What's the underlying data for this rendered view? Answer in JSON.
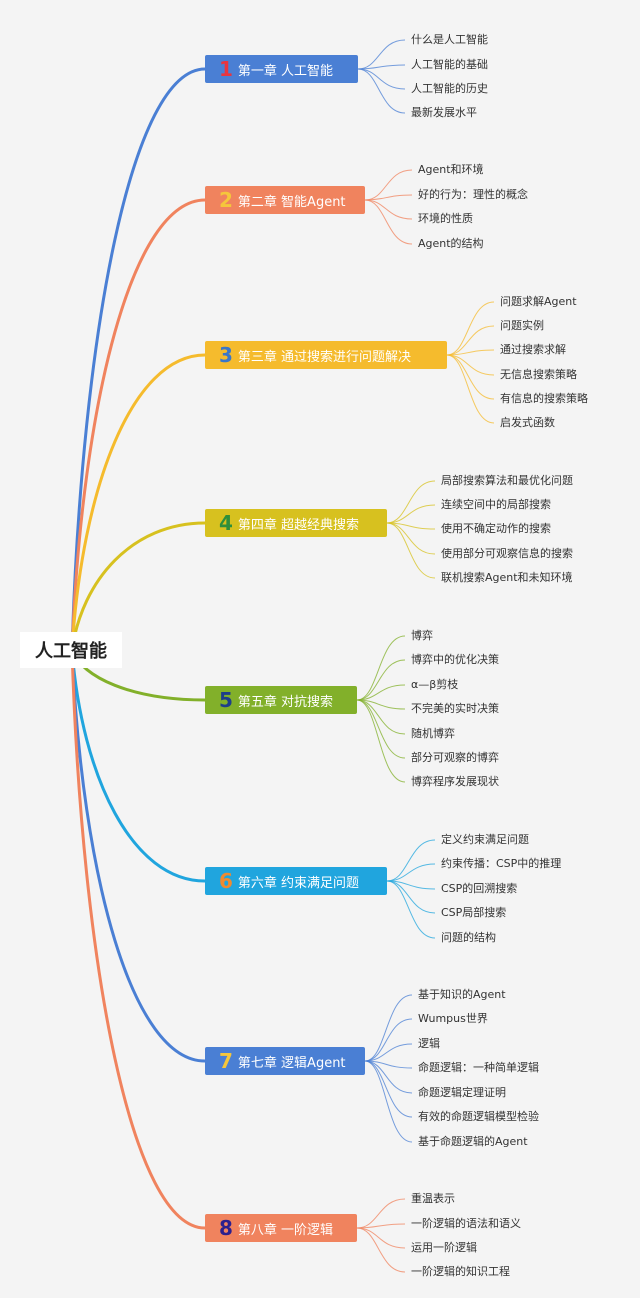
{
  "root": {
    "label": "人工智能"
  },
  "chapters": [
    {
      "num": "1",
      "title": "第一章 人工智能",
      "color": "#4a7fd4",
      "num_color": "#e8353f",
      "items": [
        "什么是人工智能",
        "人工智能的基础",
        "人工智能的历史",
        "最新发展水平"
      ]
    },
    {
      "num": "2",
      "title": "第二章 智能Agent",
      "color": "#f0835e",
      "num_color": "#f5c63b",
      "items": [
        "Agent和环境",
        "好的行为：理性的概念",
        "环境的性质",
        "Agent的结构"
      ]
    },
    {
      "num": "3",
      "title": "第三章 通过搜索进行问题解决",
      "color": "#f5bb2d",
      "num_color": "#3a76c8",
      "items": [
        "问题求解Agent",
        "问题实例",
        "通过搜索求解",
        "无信息搜索策略",
        "有信息的搜索策略",
        "启发式函数"
      ]
    },
    {
      "num": "4",
      "title": "第四章 超越经典搜索",
      "color": "#d7c11f",
      "num_color": "#2f8f3b",
      "items": [
        "局部搜索算法和最优化问题",
        "连续空间中的局部搜索",
        "使用不确定动作的搜索",
        "使用部分可观察信息的搜索",
        "联机搜索Agent和未知环境"
      ]
    },
    {
      "num": "5",
      "title": "第五章 对抗搜索",
      "color": "#82b02a",
      "num_color": "#1d3e8a",
      "items": [
        "博弈",
        "博弈中的优化决策",
        "α—β剪枝",
        "不完美的实时决策",
        "随机博弈",
        "部分可观察的博弈",
        "博弈程序发展现状"
      ]
    },
    {
      "num": "6",
      "title": "第六章 约束满足问题",
      "color": "#20a5de",
      "num_color": "#f08a2f",
      "items": [
        "定义约束满足问题",
        "约束传播：CSP中的推理",
        "CSP的回溯搜索",
        "CSP局部搜索",
        "问题的结构"
      ]
    },
    {
      "num": "7",
      "title": "第七章 逻辑Agent",
      "color": "#4a7fd4",
      "num_color": "#f5c63b",
      "items": [
        "基于知识的Agent",
        "Wumpus世界",
        "逻辑",
        "命题逻辑：一种简单逻辑",
        "命题逻辑定理证明",
        "有效的命题逻辑模型检验",
        "基于命题逻辑的Agent"
      ]
    },
    {
      "num": "8",
      "title": "第八章 一阶逻辑",
      "color": "#f0835e",
      "num_color": "#2c1f8e",
      "items": [
        "重温表示",
        "一阶逻辑的语法和语义",
        "运用一阶逻辑",
        "一阶逻辑的知识工程"
      ]
    }
  ]
}
